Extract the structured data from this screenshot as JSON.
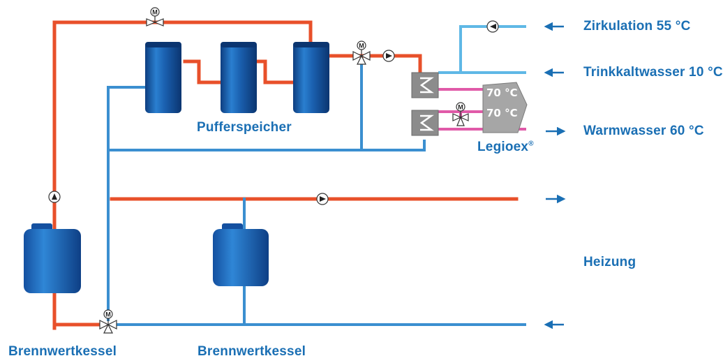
{
  "labels": {
    "zirkulation": "Zirkulation 55 °C",
    "trinkkaltwasser": "Trinkkaltwasser 10 °C",
    "warmwasser": "Warmwasser 60 °C",
    "heizung": "Heizung",
    "pufferspeicher": "Pufferspeicher",
    "legioex": "Legioex",
    "legioex_mark": "®",
    "brennwertkessel_left": "Brennwertkessel",
    "brennwertkessel_right": "Brennwertkessel",
    "temp_upper": "70 °C",
    "temp_lower": "70 °C",
    "motor_valve_symbol": "M"
  },
  "colors": {
    "hot_pipe": "#e8502a",
    "cold_pipe": "#3b8fd0",
    "circulation_pipe": "#5fb8e6",
    "pink_pipe": "#e05aa8",
    "component_blue": "#1a5fae",
    "label_blue": "#1a6fb4",
    "heat_exchanger_gray": "#8c8c8c"
  }
}
